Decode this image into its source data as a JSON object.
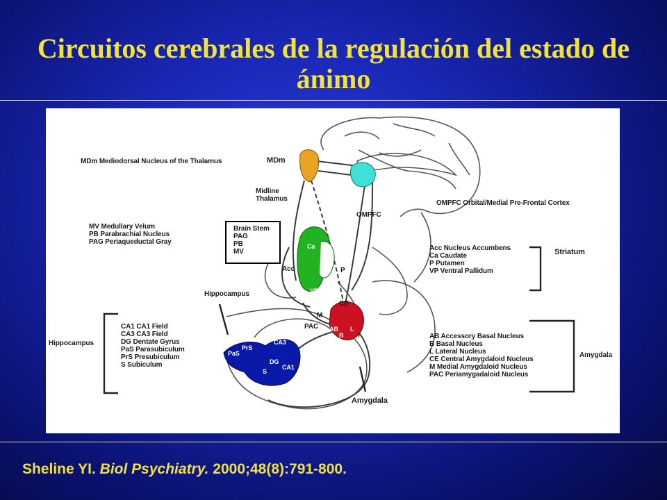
{
  "slide": {
    "title": "Circuitos cerebrales de la regulación del estado de ánimo",
    "citation": {
      "author": "Sheline YI. ",
      "journal": "Biol Psychiatry.",
      "details": " 2000;48(8):791-800."
    }
  },
  "diagram": {
    "region_labels": {
      "mdm": "MDm",
      "midline_thalamus": "Midline\nThalamus",
      "ompfc": "OMPFC",
      "brain_stem_box": "Brain Stem\nPAG\nPB\nMV",
      "acc": "Acc",
      "ca": "Ca",
      "p": "P",
      "vp": "VP",
      "ce": "CE",
      "m": "M",
      "pac": "PAC",
      "ab": "AB",
      "l": "L",
      "b": "B",
      "hippocampus": "Hippocampus",
      "prs": "PrS",
      "pas": "PaS",
      "ca3": "CA3",
      "dg": "DG",
      "s": "S",
      "ca1": "CA1",
      "amygdala": "Amygdala"
    },
    "legends": {
      "mdm": "MDm Mediodorsal Nucleus of the Thalamus",
      "ompfc": "OMPFC Orbital/Medial Pre-Frontal Cortex",
      "brain_stem": "MV Medullary Velum\nPB Parabrachial Nucleus\nPAG Periaqueductal Gray",
      "striatum_items": "Acc Nucleus Accumbens\nCa Caudate\nP Putamen\nVP Ventral Pallidum",
      "striatum_group": "Striatum",
      "hippocampus_items": "CA1 CA1 Field\nCA3 CA3 Field\nDG Dentate Gyrus\nPaS Parasubiculum\nPrS Presubiculum\nS Subiculum",
      "hippocampus_group": "Hippocampus",
      "amygdala_items": "AB Accessory Basal Nucleus\nB Basal Nucleus\nL Lateral Nucleus\nCE Central Amygdaloid Nucleus\nM Medial Amygdaloid Nucleus\nPAC Periamygadaloid Nucleus",
      "amygdala_group": "Amygdala"
    },
    "colors": {
      "mdm": "#e8a324",
      "ompfc": "#3fe0d8",
      "striatum": "#22b322",
      "amygdala": "#cc1122",
      "hippocampus": "#0a1aa8"
    }
  }
}
